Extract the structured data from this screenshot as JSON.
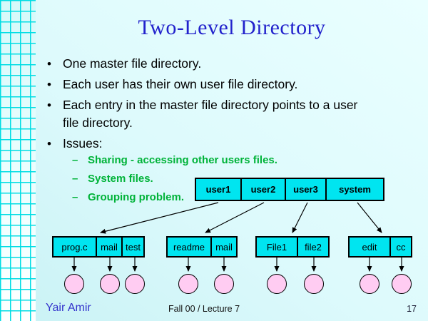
{
  "slide": {
    "title": "Two-Level Directory",
    "bullets": [
      "One master file directory.",
      "Each user has their own user file directory.",
      "Each entry in the master file directory points to a user file directory.",
      "Issues:"
    ],
    "sub_bullets": [
      "Sharing - accessing other users files.",
      "System files.",
      "Grouping problem."
    ],
    "footer": {
      "author": "Yair Amir",
      "course": "Fall 00 / Lecture 7",
      "page": "17"
    }
  },
  "diagram": {
    "master_directory": {
      "cells": [
        "user1",
        "user2",
        "user3",
        "system"
      ]
    },
    "user_directories": [
      {
        "cells": [
          "prog.c",
          "mail",
          "test"
        ]
      },
      {
        "cells": [
          "readme",
          "mail"
        ]
      },
      {
        "cells": [
          "File1",
          "file2"
        ]
      },
      {
        "cells": [
          "edit",
          "cc"
        ]
      }
    ]
  },
  "colors": {
    "background_top": "#eaffff",
    "background_bottom": "#c9f2f5",
    "grid_line": "#00dde4",
    "title_blue": "#2222cc",
    "sub_bullet_green": "#00b339",
    "table_cyan": "#00e5f0",
    "file_pink": "#ffccf2",
    "footer_blue": "#3333cc"
  }
}
